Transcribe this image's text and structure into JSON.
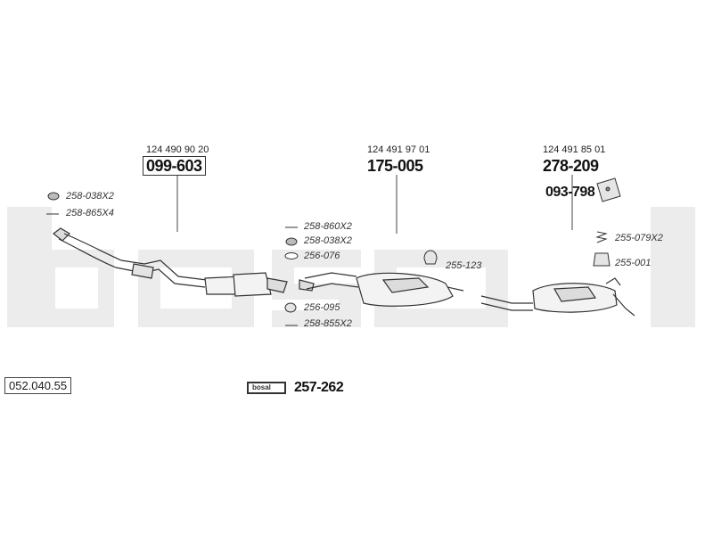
{
  "diagram": {
    "code": "052.040.55",
    "sections": [
      {
        "oe": "124 490 90 20",
        "part": "099-603",
        "boxed": true
      },
      {
        "oe": "124 491 97 01",
        "part": "175-005",
        "boxed": false
      },
      {
        "oe": "124 491 85 01",
        "part": "278-209",
        "boxed": false
      }
    ],
    "left_parts": [
      "258-038X2",
      "258-865X4"
    ],
    "middle_parts": [
      "258-860X2",
      "258-038X2",
      "256-076",
      "256-095",
      "258-855X2"
    ],
    "part_255_123": "255-123",
    "right_box_part": "093-798",
    "right_parts": [
      "255-079X2",
      "255-001"
    ],
    "kit": {
      "logo": "bosal",
      "part": "257-262"
    },
    "watermark": "bosal"
  }
}
